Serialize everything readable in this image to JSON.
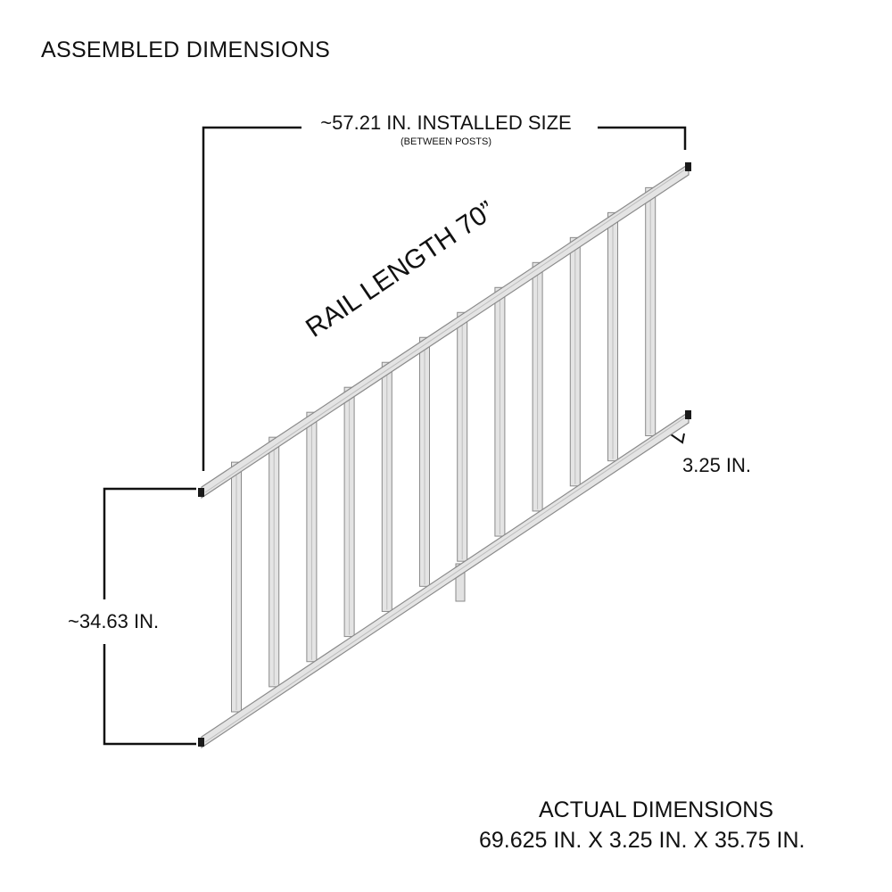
{
  "heading": "ASSEMBLED DIMENSIONS",
  "installed_size": {
    "label": "~57.21 IN.  INSTALLED SIZE",
    "note": "(BETWEEN POSTS)"
  },
  "rail_length": "RAIL LENGTH 70”",
  "height_dimension": "~34.63 IN.",
  "rail_depth": "3.25 IN.",
  "actual_dimensions": {
    "title": "ACTUAL DIMENSIONS",
    "values": "69.625 IN.  X  3.25 IN.  X  35.75 IN."
  },
  "colors": {
    "rail_fill": "#e4e4e4",
    "rail_edge": "#8a8a8a",
    "grain": "#bdbdbd",
    "end_cap": "#1a1a1a",
    "dimension_line": "#111111"
  },
  "baluster_count": 12
}
